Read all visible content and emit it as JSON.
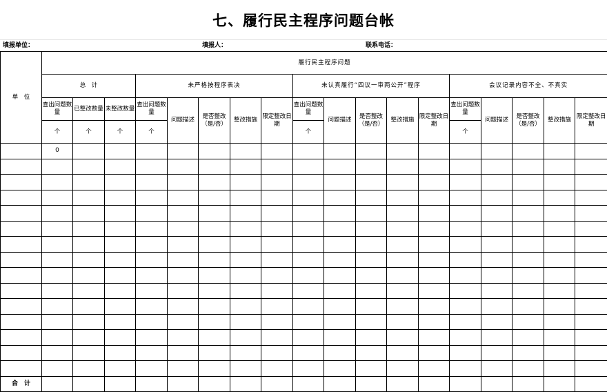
{
  "title": "七、履行民主程序问题台帐",
  "info": {
    "fill_unit_label": "填报单位：",
    "fill_person_label": "填报人：",
    "phone_label": "联系电话："
  },
  "table": {
    "unit_header": "单　位",
    "main_header": "履行民主程序问题",
    "groups": [
      "总　计",
      "未严格按程序表决",
      "未认真履行“四议一审两公开”程序",
      "会议记录内容不全、不真实"
    ],
    "total_cols": [
      "查出问题数量",
      "已整改数量",
      "未整改数量"
    ],
    "detail_cols": [
      "查出问题数量",
      "问题描述",
      "是否整改（是/否）",
      "整改措施",
      "限定整改日期"
    ],
    "unit_symbol": "个",
    "first_row_value": "0",
    "data_row_count": 15,
    "total_row_label": "合　计"
  }
}
